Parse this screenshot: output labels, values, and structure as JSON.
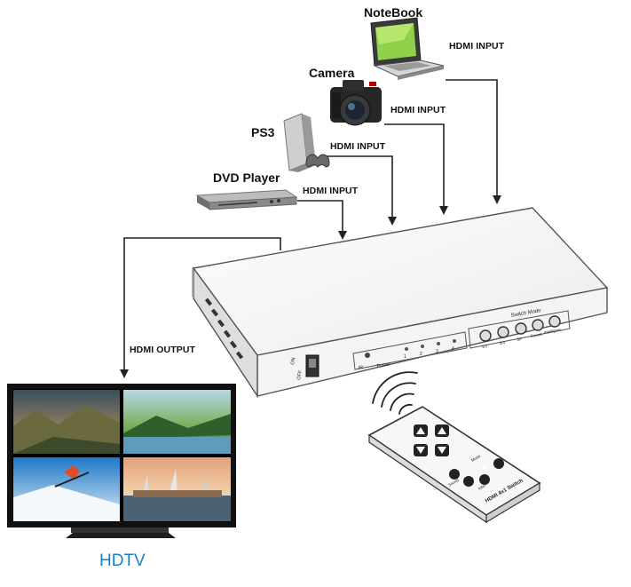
{
  "devices": {
    "notebook": "NoteBook",
    "camera": "Camera",
    "ps3": "PS3",
    "dvd": "DVD Player",
    "tv": "HDTV"
  },
  "connections": {
    "hdmi_input": "HDMI INPUT",
    "hdmi_output": "HDMI OUTPUT"
  },
  "switcher": {
    "panel_label": "Switch Mode",
    "power_label": "Power",
    "ir_label": "IR",
    "on_label": "ON",
    "off_label": "OFF",
    "port_numbers": [
      "1",
      "2",
      "3",
      "4"
    ],
    "button_labels": [
      "1/2",
      "3/4",
      "5F",
      "Sound",
      "Intellignet"
    ]
  },
  "remote": {
    "brand_label": "HDMI 4x1 Switch",
    "small_labels": [
      "Mode",
      "Sound",
      "Infel"
    ]
  },
  "colors": {
    "line": "#222222",
    "tv_label": "#1a7fc4",
    "device_body": "#f2f2f2"
  }
}
